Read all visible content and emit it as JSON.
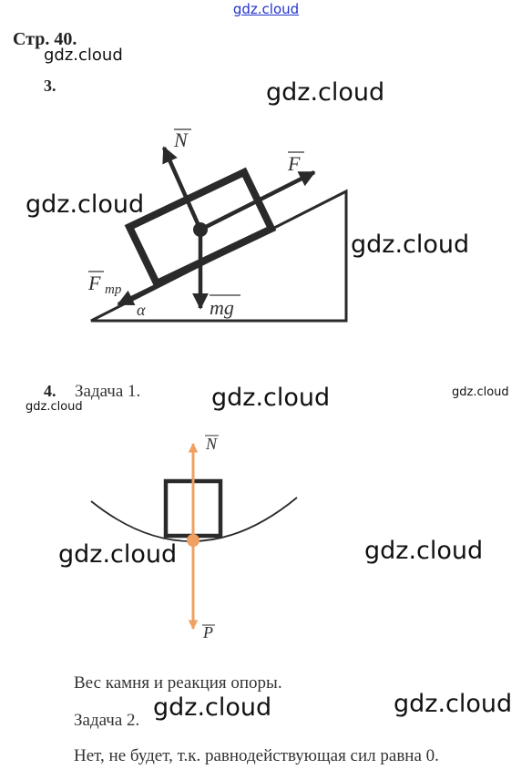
{
  "watermarks": {
    "top": "gdz.cloud",
    "w1": "gdz.cloud",
    "w2": "gdz.cloud",
    "w3": "gdz.cloud",
    "w4": "gdz.cloud",
    "w5": "gdz.cloud",
    "w6": "gdz.cloud",
    "w7": "gdz.cloud",
    "w8": "gdz.cloud",
    "w9": "gdz.cloud",
    "w10": "gdz.cloud",
    "w11": "gdz.cloud"
  },
  "page_title": "Стр. 40.",
  "task3": {
    "number": "3.",
    "labels": {
      "normal": "N",
      "force": "F",
      "friction": "F",
      "friction_sub": "тр",
      "gravity": "mg",
      "angle": "α"
    }
  },
  "task4": {
    "number": "4.",
    "title": "Задача 1.",
    "labels": {
      "normal": "N",
      "weight": "P"
    },
    "answer1": "Вес камня и реакция опоры.",
    "subtitle2": "Задача 2.",
    "answer2": "Нет, не будет, т.к. равнодействующая сил равна 0."
  },
  "colors": {
    "vector_orange": "#f0a060",
    "ink": "#2a2a2a"
  }
}
